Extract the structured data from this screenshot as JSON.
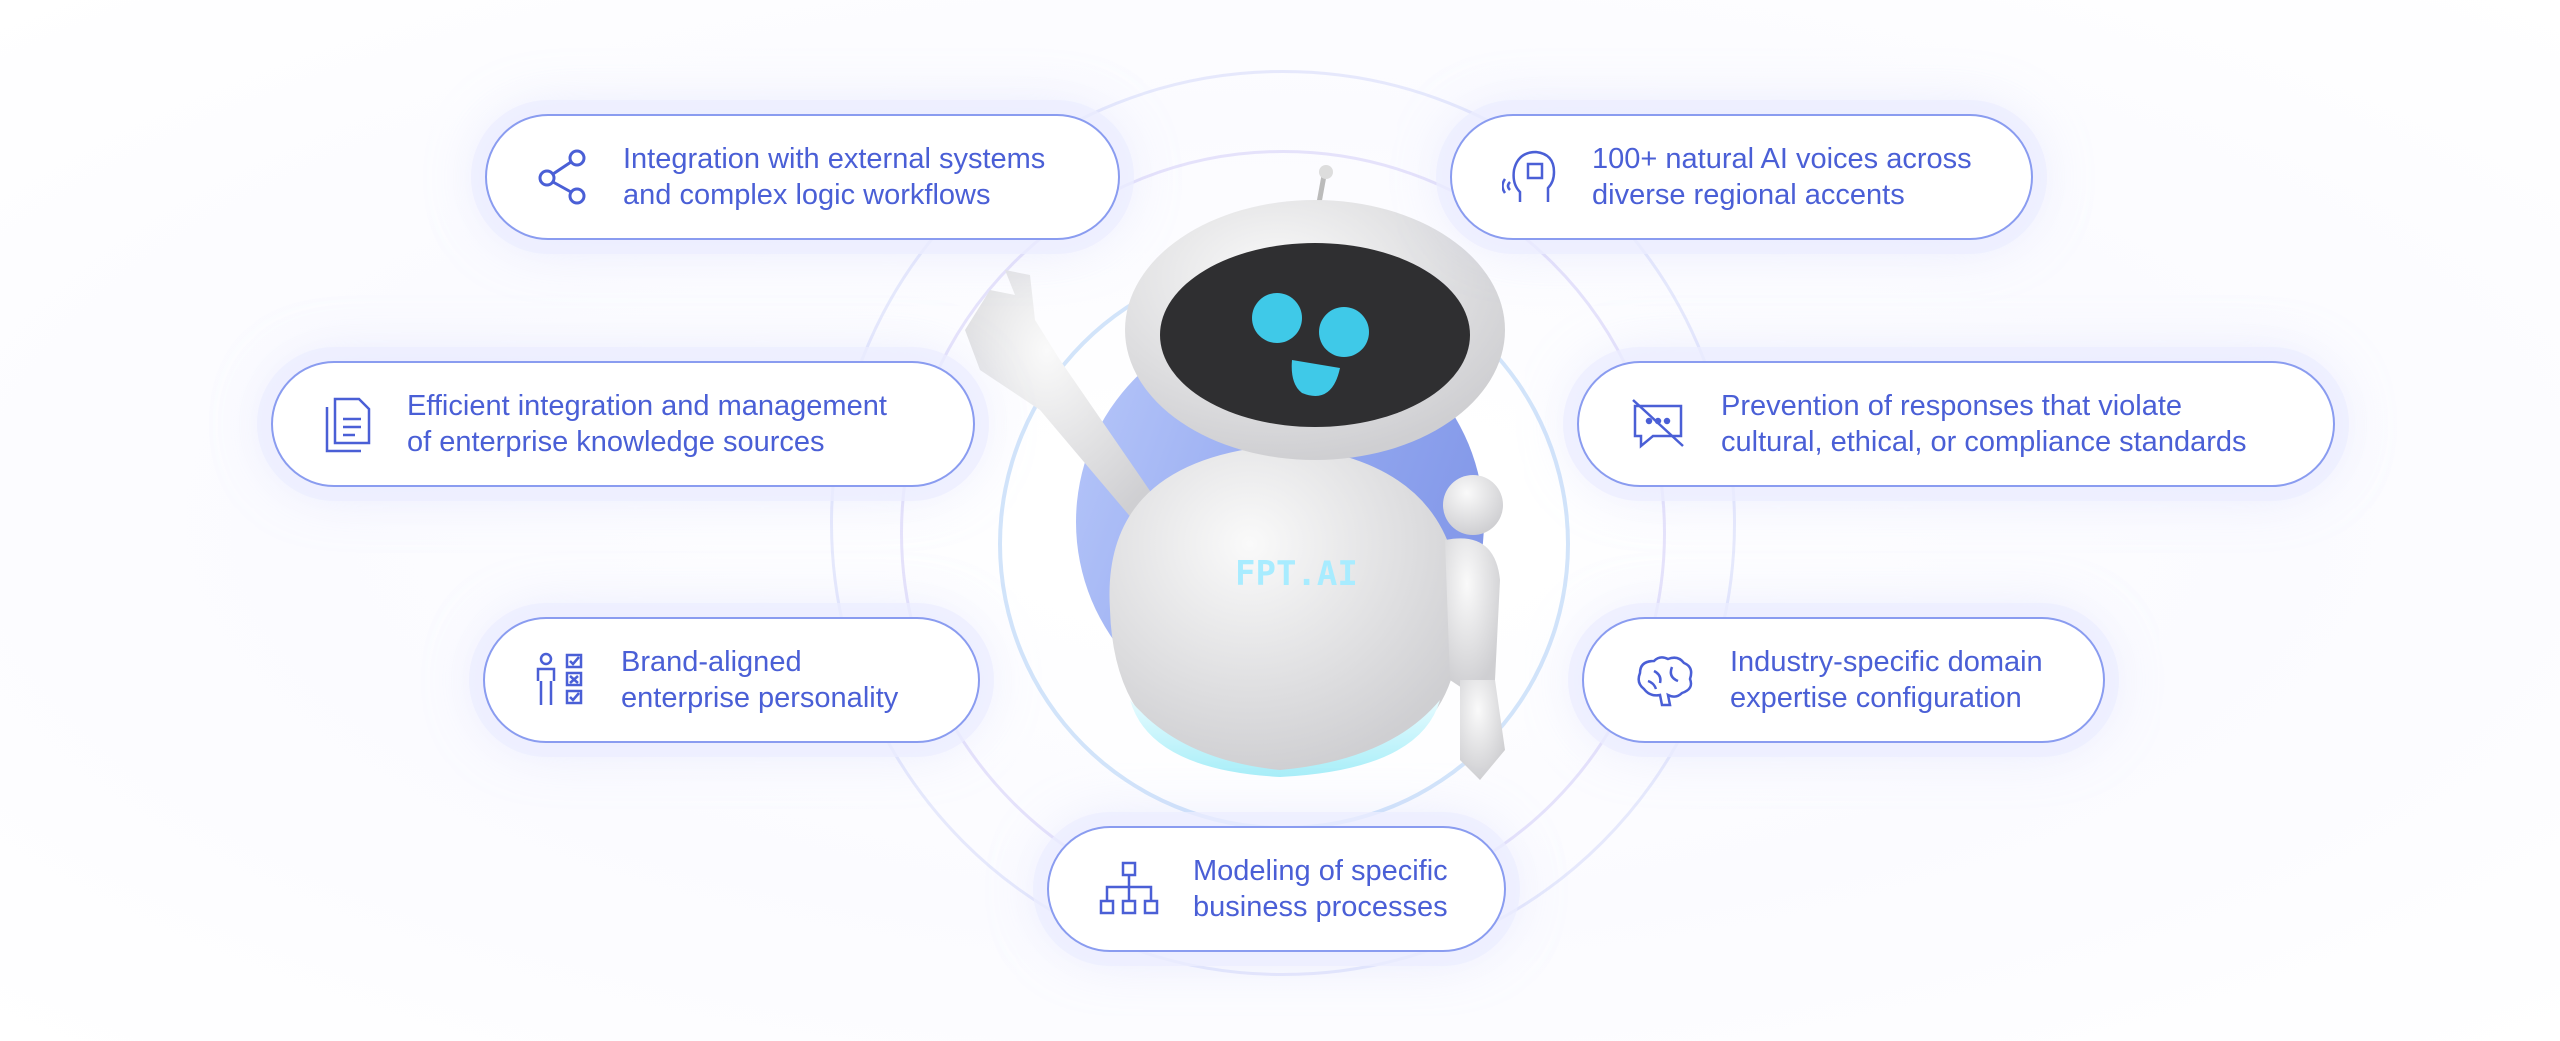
{
  "features": [
    {
      "icon": "share-nodes-icon",
      "lines": [
        "Integration with external systems",
        "and complex logic workflows"
      ]
    },
    {
      "icon": "ai-head-voice-icon",
      "lines": [
        "100+ natural AI voices across",
        "diverse regional accents"
      ]
    },
    {
      "icon": "documents-icon",
      "lines": [
        "Efficient integration and management",
        "of enterprise knowledge sources"
      ]
    },
    {
      "icon": "blocked-chat-icon",
      "lines": [
        "Prevention of responses that violate",
        "cultural, ethical, or compliance standards"
      ]
    },
    {
      "icon": "person-checklist-icon",
      "lines": [
        "Brand-aligned",
        "enterprise personality"
      ]
    },
    {
      "icon": "brain-icon",
      "lines": [
        "Industry-specific domain",
        "expertise configuration"
      ]
    },
    {
      "icon": "org-chart-icon",
      "lines": [
        "Modeling of specific",
        "business processes"
      ]
    }
  ],
  "robot": {
    "logo_text": "FPT.AI"
  },
  "colors": {
    "accent": "#4a5fd6",
    "pill_border": "#8a9cf0",
    "disk": "#8fa4ee"
  }
}
